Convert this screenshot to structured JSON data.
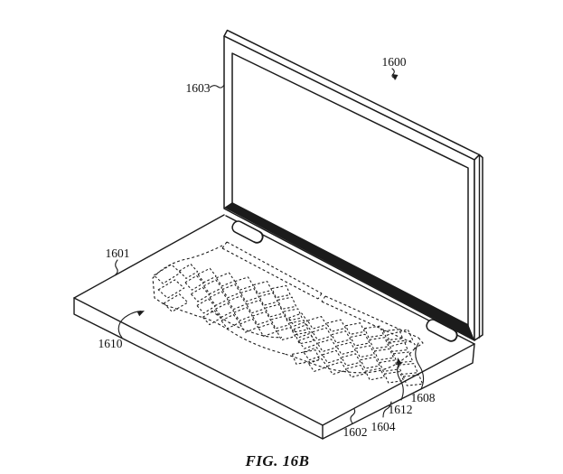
{
  "figure": {
    "caption": "FIG. 16B",
    "kind": "patent-line-drawing",
    "subject": "laptop with split fanned keyboard",
    "colors": {
      "line": "#1b1b1b",
      "background": "#ffffff"
    }
  },
  "callouts": [
    {
      "text": "1600"
    },
    {
      "text": "1601"
    },
    {
      "text": "1602"
    },
    {
      "text": "1603"
    },
    {
      "text": "1604"
    },
    {
      "text": "1608"
    },
    {
      "text": "1610"
    },
    {
      "text": "1612"
    }
  ]
}
